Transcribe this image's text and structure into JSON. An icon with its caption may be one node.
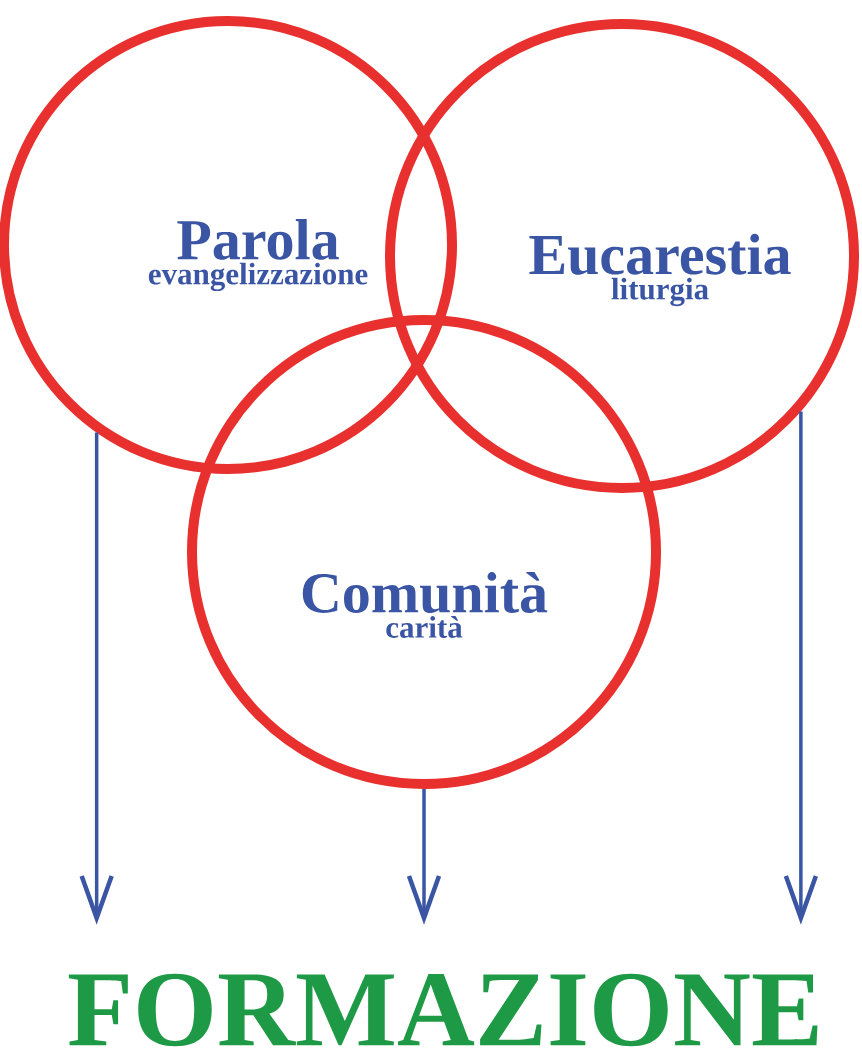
{
  "diagram": {
    "nodes": [
      {
        "text": [
          "Parola",
          "evangelizzazione"
        ]
      },
      {
        "text": [
          "Eucarestia",
          "liturgia"
        ]
      },
      {
        "text": [
          "Comunità",
          "carità"
        ]
      },
      {
        "text": [
          "FORMAZIONE"
        ]
      }
    ],
    "edges": [
      {
        "from": 0,
        "to": 3,
        "arrow": "to"
      },
      {
        "from": 2,
        "to": 3,
        "arrow": "to"
      },
      {
        "from": 1,
        "to": 3,
        "arrow": "to"
      }
    ]
  }
}
